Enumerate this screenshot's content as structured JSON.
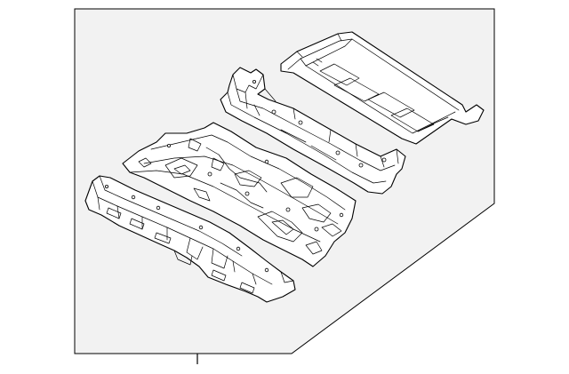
{
  "diagram": {
    "type": "exploded-parts-illustration",
    "background_color": "#ffffff",
    "frame_fill_color": "#f2f2f2",
    "line_color": "#000000",
    "parts": [
      {
        "name": "rear-floor-crossmember-panel"
      },
      {
        "name": "rear-seat-crossmember"
      },
      {
        "name": "center-floor-pan"
      },
      {
        "name": "front-floor-side-rail-assembly"
      }
    ],
    "callout_leader": {
      "label": ""
    }
  }
}
